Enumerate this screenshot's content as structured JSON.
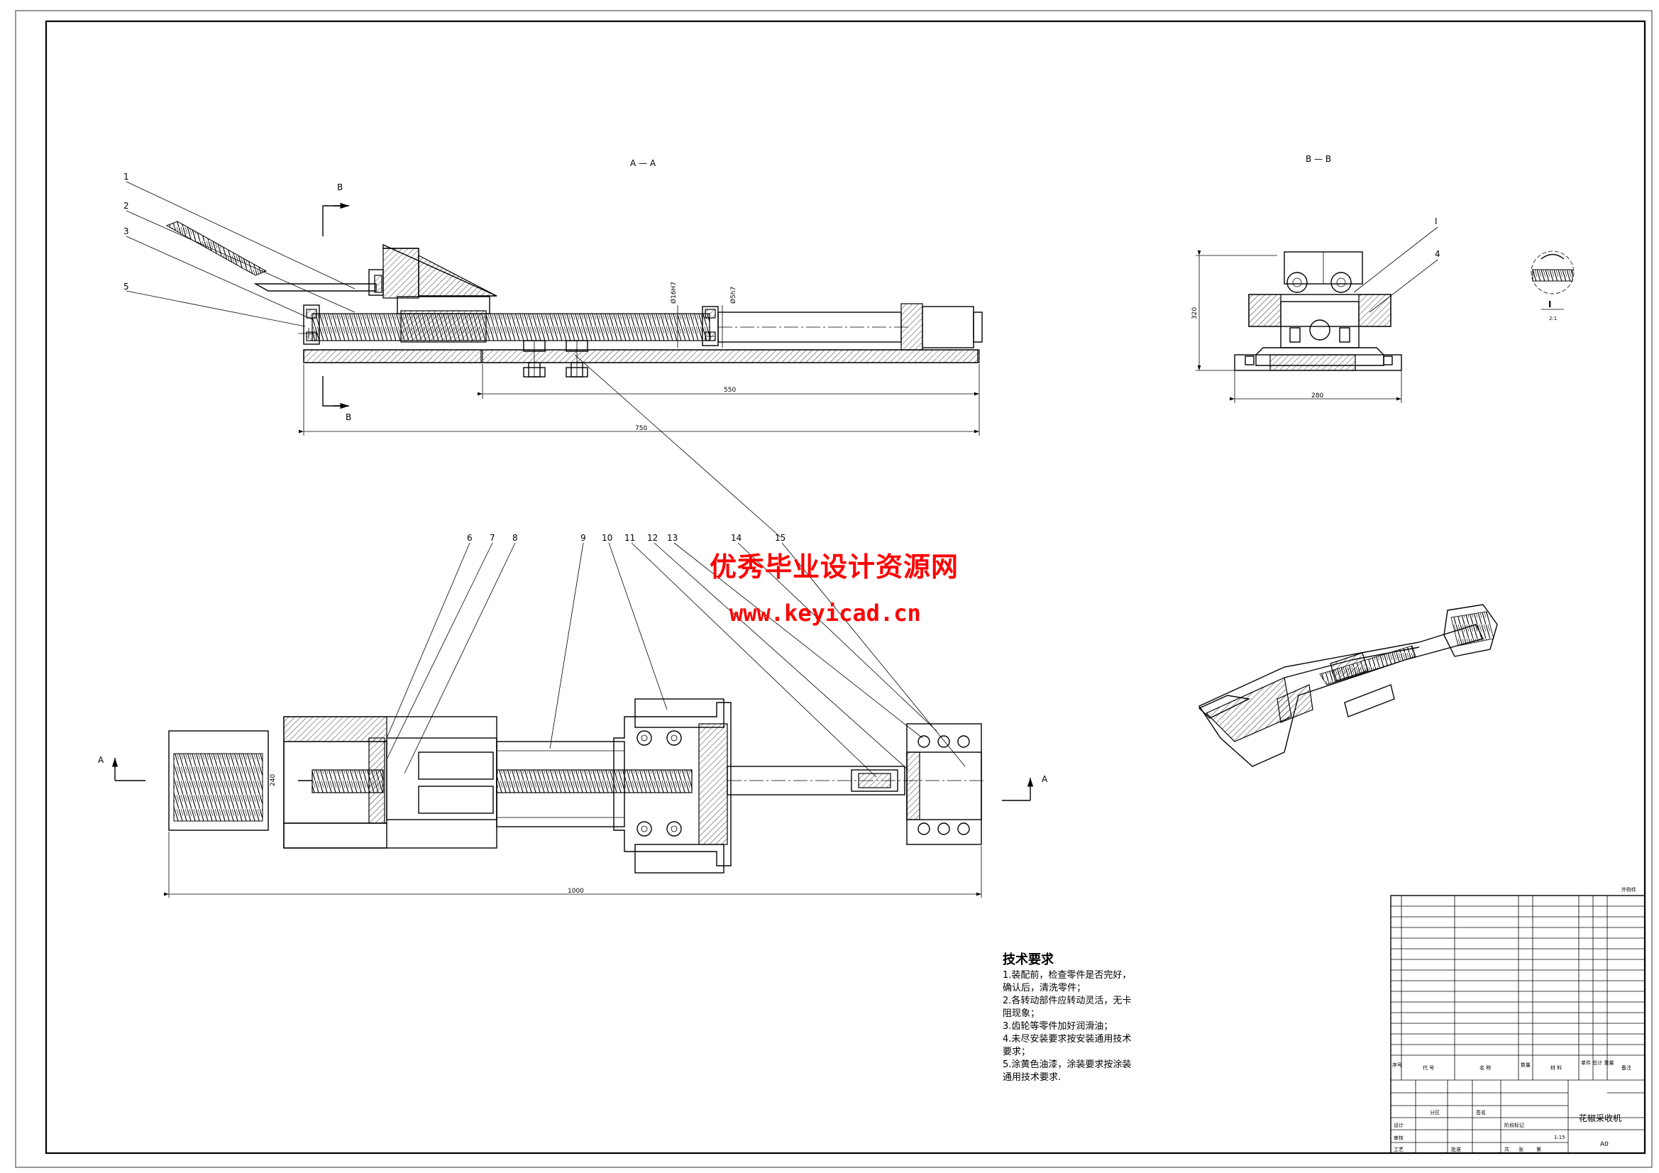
{
  "drawing": {
    "section_aa": "A — A",
    "section_bb": "B — B",
    "view_marker_a": "A",
    "view_marker_b": "B",
    "detail_label": "I",
    "detail_scale": "2:1",
    "dims": {
      "d550": "550",
      "d750": "750",
      "d1000": "1000",
      "d240": "240",
      "d320": "320",
      "d280": "280",
      "fit1": "Ø16H7",
      "fit2": "Ø5h7"
    },
    "balloons_top": [
      "1",
      "2",
      "3",
      "5"
    ],
    "balloons_bottom": [
      "6",
      "7",
      "8",
      "9",
      "10",
      "11",
      "12",
      "13",
      "14",
      "15"
    ],
    "balloons_bb": [
      "I",
      "4"
    ]
  },
  "watermark": {
    "line1": "优秀毕业设计资源网",
    "line2": "www.keyicad.cn"
  },
  "tech_requirements": {
    "title": "技术要求",
    "lines": [
      "1.装配前，检查零件是否完好，",
      "确认后，清洗零件；",
      "2.各转动部件应转动灵活，无卡",
      "阻现象；",
      "3.齿轮等零件加好润滑油；",
      "4.未尽安装要求按安装通用技术",
      "要求；",
      "5.涂黄色油漆，涂装要求按涂装",
      "通用技术要求."
    ]
  },
  "title_block": {
    "product_name": "花椒采收机",
    "sheet_size": "A0",
    "scale": "1:15",
    "stage_label": "阶段标记",
    "designer_label": "设计",
    "review_label": "审核",
    "process_label": "工艺",
    "approve_label": "批准",
    "total_label": "共",
    "sheet_label": "张",
    "page_label": "第",
    "partition_label": "分区",
    "sign_label": "签名",
    "header_no": "序号",
    "header_code": "代 号",
    "header_name": "名 称",
    "header_qty": "数量",
    "header_material": "材 料",
    "header_weight": "单件 总计 重量",
    "header_note": "备注",
    "top_right_note": "外购件"
  }
}
